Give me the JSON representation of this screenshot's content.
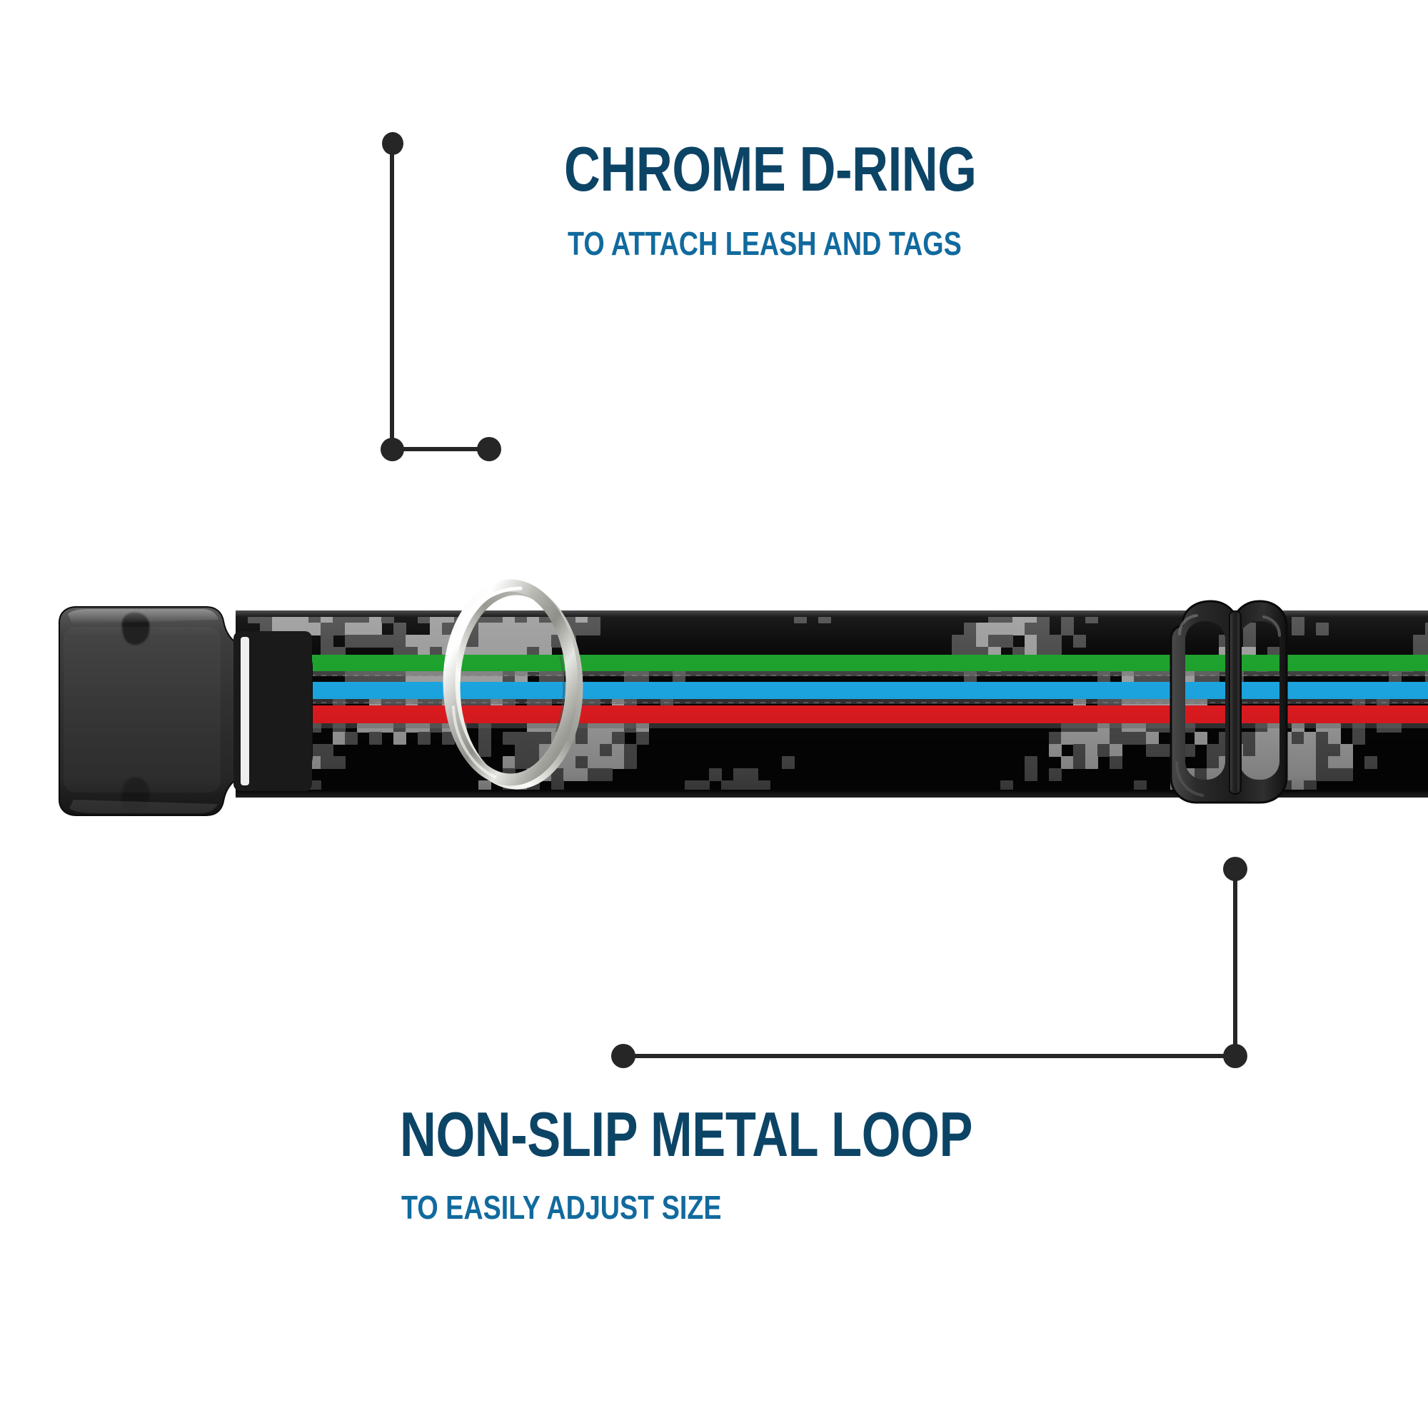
{
  "page": {
    "title": "Dog Collar Feature Callouts",
    "background": "#ffffff"
  },
  "colors": {
    "headline": "#0c4466",
    "subline": "#116a9e",
    "leader": "#262626",
    "stripe_green": "#1aa02a",
    "stripe_blue": "#1ba3de",
    "stripe_red": "#e01b20",
    "camo_black": "#050505",
    "camo_dark_gray": "#4a4a4a",
    "camo_light_gray": "#9c9c9c",
    "hardware_black": "#2b2b2b",
    "chrome": "#d8d8d8"
  },
  "callouts": [
    {
      "id": "chrome-d-ring",
      "headline": "CHROME D-RING",
      "subline": "TO ATTACH LEASH AND TAGS",
      "target": "d-ring"
    },
    {
      "id": "non-slip-metal-loop",
      "headline": "NON-SLIP METAL LOOP",
      "subline": "TO EASILY ADJUST SIZE",
      "target": "adjuster-slider"
    }
  ],
  "product": {
    "name": "digital-camo-dog-collar",
    "parts": [
      {
        "name": "side-release-buckle",
        "color": "#2b2b2b"
      },
      {
        "name": "webbing-strap",
        "pattern": "digital-camo"
      },
      {
        "name": "chrome-d-ring",
        "color": "#d8d8d8"
      },
      {
        "name": "adjuster-slider",
        "color": "#2b2b2b"
      }
    ],
    "stripes": [
      {
        "name": "green-stripe",
        "color": "#1aa02a"
      },
      {
        "name": "blue-stripe",
        "color": "#1ba3de"
      },
      {
        "name": "red-stripe",
        "color": "#e01b20"
      }
    ]
  }
}
